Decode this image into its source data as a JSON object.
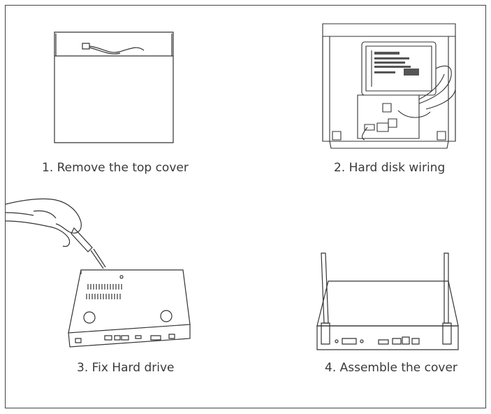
{
  "steps": [
    {
      "label": "1. Remove the top cover",
      "illustration": "nvr-box-top-cover-open"
    },
    {
      "label": "2. Hard disk wiring",
      "illustration": "hard-disk-with-cables"
    },
    {
      "label": "3. Fix Hard drive",
      "illustration": "hand-with-screwdriver"
    },
    {
      "label": "4. Assemble the cover",
      "illustration": "nvr-with-antennas"
    }
  ],
  "colors": {
    "line": "#333333",
    "border": "#444444",
    "text": "#3a3a3a",
    "grey": "#cfcfcf"
  }
}
